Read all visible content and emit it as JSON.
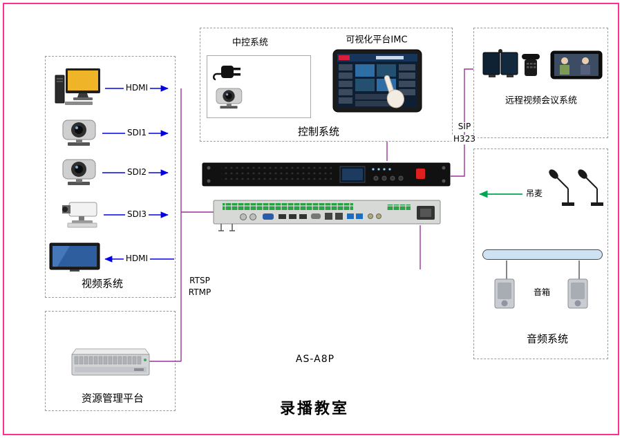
{
  "title": "录播教室",
  "device": {
    "model": "AS-A8P"
  },
  "video_system": {
    "label": "视频系统",
    "connections": [
      {
        "label": "HDMI",
        "direction": "out"
      },
      {
        "label": "SDI1",
        "direction": "out"
      },
      {
        "label": "SDI2",
        "direction": "out"
      },
      {
        "label": "SDI3",
        "direction": "out"
      },
      {
        "label": "HDMI",
        "direction": "in"
      }
    ]
  },
  "control_system": {
    "label": "控制系统",
    "central_control_label": "中控系统",
    "visual_platform_label": "可视化平台IMC"
  },
  "conference_system": {
    "label": "远程视频会议系统",
    "protocols": [
      "SIP",
      "H323"
    ]
  },
  "audio_system": {
    "label": "音频系统",
    "mic_label": "吊麦",
    "speaker_label": "音箱"
  },
  "resource_platform": {
    "label": "资源管理平台",
    "protocols": [
      "RTSP",
      "RTMP"
    ]
  },
  "colors": {
    "frame_border": "#ff2f92",
    "video_signal": "#0000e6",
    "audio_signal": "#00a651",
    "control_signal": "#993299"
  }
}
